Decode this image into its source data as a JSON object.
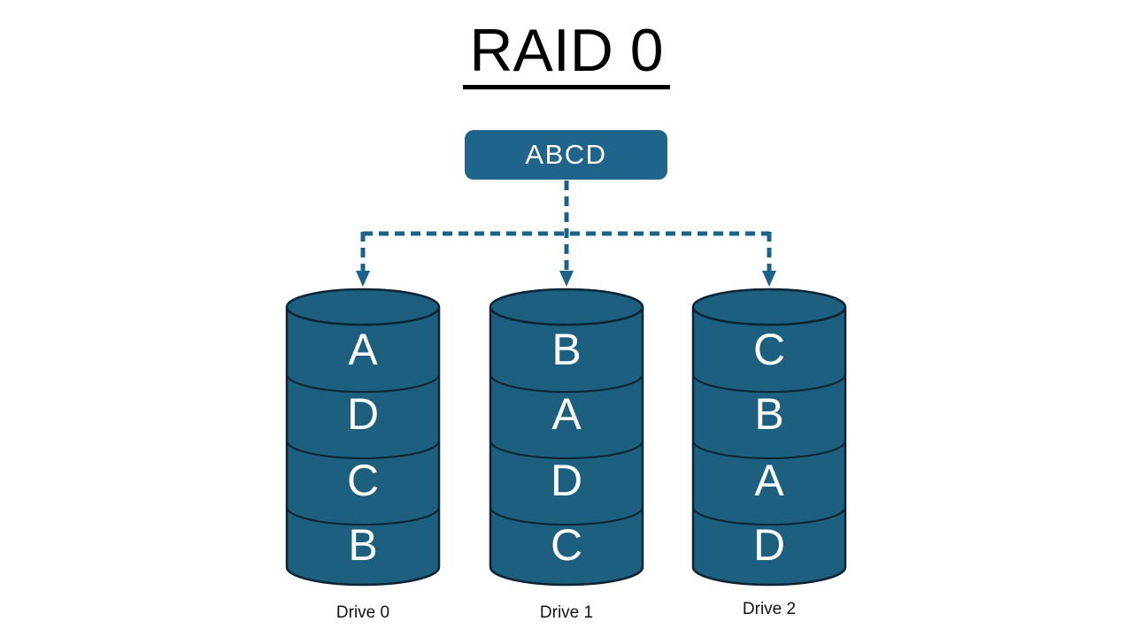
{
  "title": "RAID 0",
  "source_block": {
    "label": "ABCD"
  },
  "drives": [
    {
      "label": "Drive 0",
      "blocks": [
        "A",
        "D",
        "C",
        "B"
      ]
    },
    {
      "label": "Drive 1",
      "blocks": [
        "B",
        "A",
        "D",
        "C"
      ]
    },
    {
      "label": "Drive 2",
      "blocks": [
        "C",
        "B",
        "A",
        "D"
      ]
    }
  ],
  "colors": {
    "accent": "#1d6389",
    "box_fill": "#1f648a",
    "cylinder_fill": "#1d5f7f",
    "outline": "#0c2433",
    "block_text": "#ffffff",
    "title_text": "#000000",
    "label_text": "#111111"
  }
}
